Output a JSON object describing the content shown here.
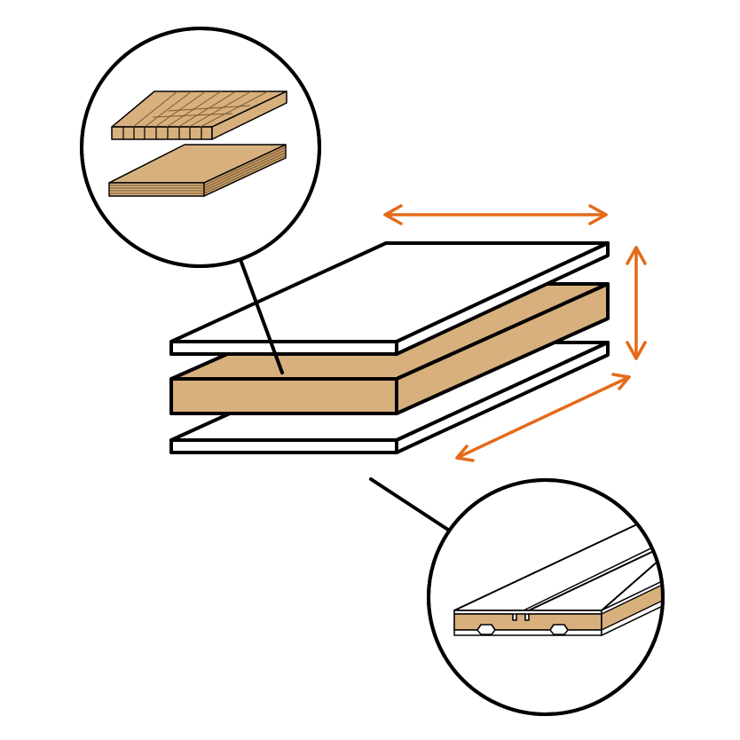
{
  "diagram": {
    "layers": [
      "top-facing-sheet",
      "wood-core",
      "bottom-facing-sheet"
    ],
    "callouts": [
      "core-construction-detail",
      "panel-edge-profile-detail"
    ],
    "dimension_arrows": [
      "length",
      "thickness",
      "width"
    ]
  },
  "colors": {
    "outline": "#000000",
    "wood": "#d8b07e",
    "wood_dark": "#b88e5c",
    "facing": "#ffffff",
    "arrow": "#e46a1a"
  },
  "icons": {
    "arrow_head": "arrow-head-icon"
  }
}
